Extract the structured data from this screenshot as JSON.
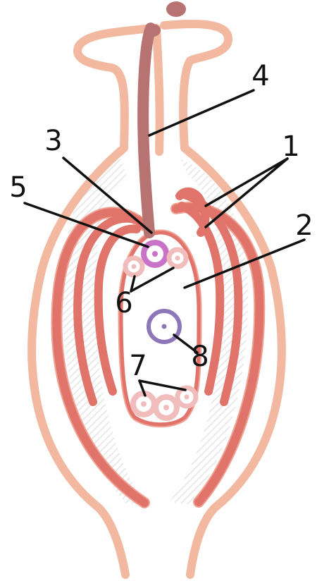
{
  "labels": [
    {
      "id": "label-1",
      "text": "1"
    },
    {
      "id": "label-2",
      "text": "2"
    },
    {
      "id": "label-3",
      "text": "3"
    },
    {
      "id": "label-4",
      "text": "4"
    },
    {
      "id": "label-5",
      "text": "5"
    },
    {
      "id": "label-6",
      "text": "6"
    },
    {
      "id": "label-7",
      "text": "7"
    },
    {
      "id": "label-8",
      "text": "8"
    }
  ],
  "colors": {
    "outer_integument": "#f2b9a0",
    "inner_integument": "#e0746a",
    "pollen_tube": "#b77272",
    "egg_cell": "#c873c8",
    "central_nucleus": "#8e77b8",
    "cells": "#f1bcbc",
    "hatch": "#d9d9d9"
  }
}
